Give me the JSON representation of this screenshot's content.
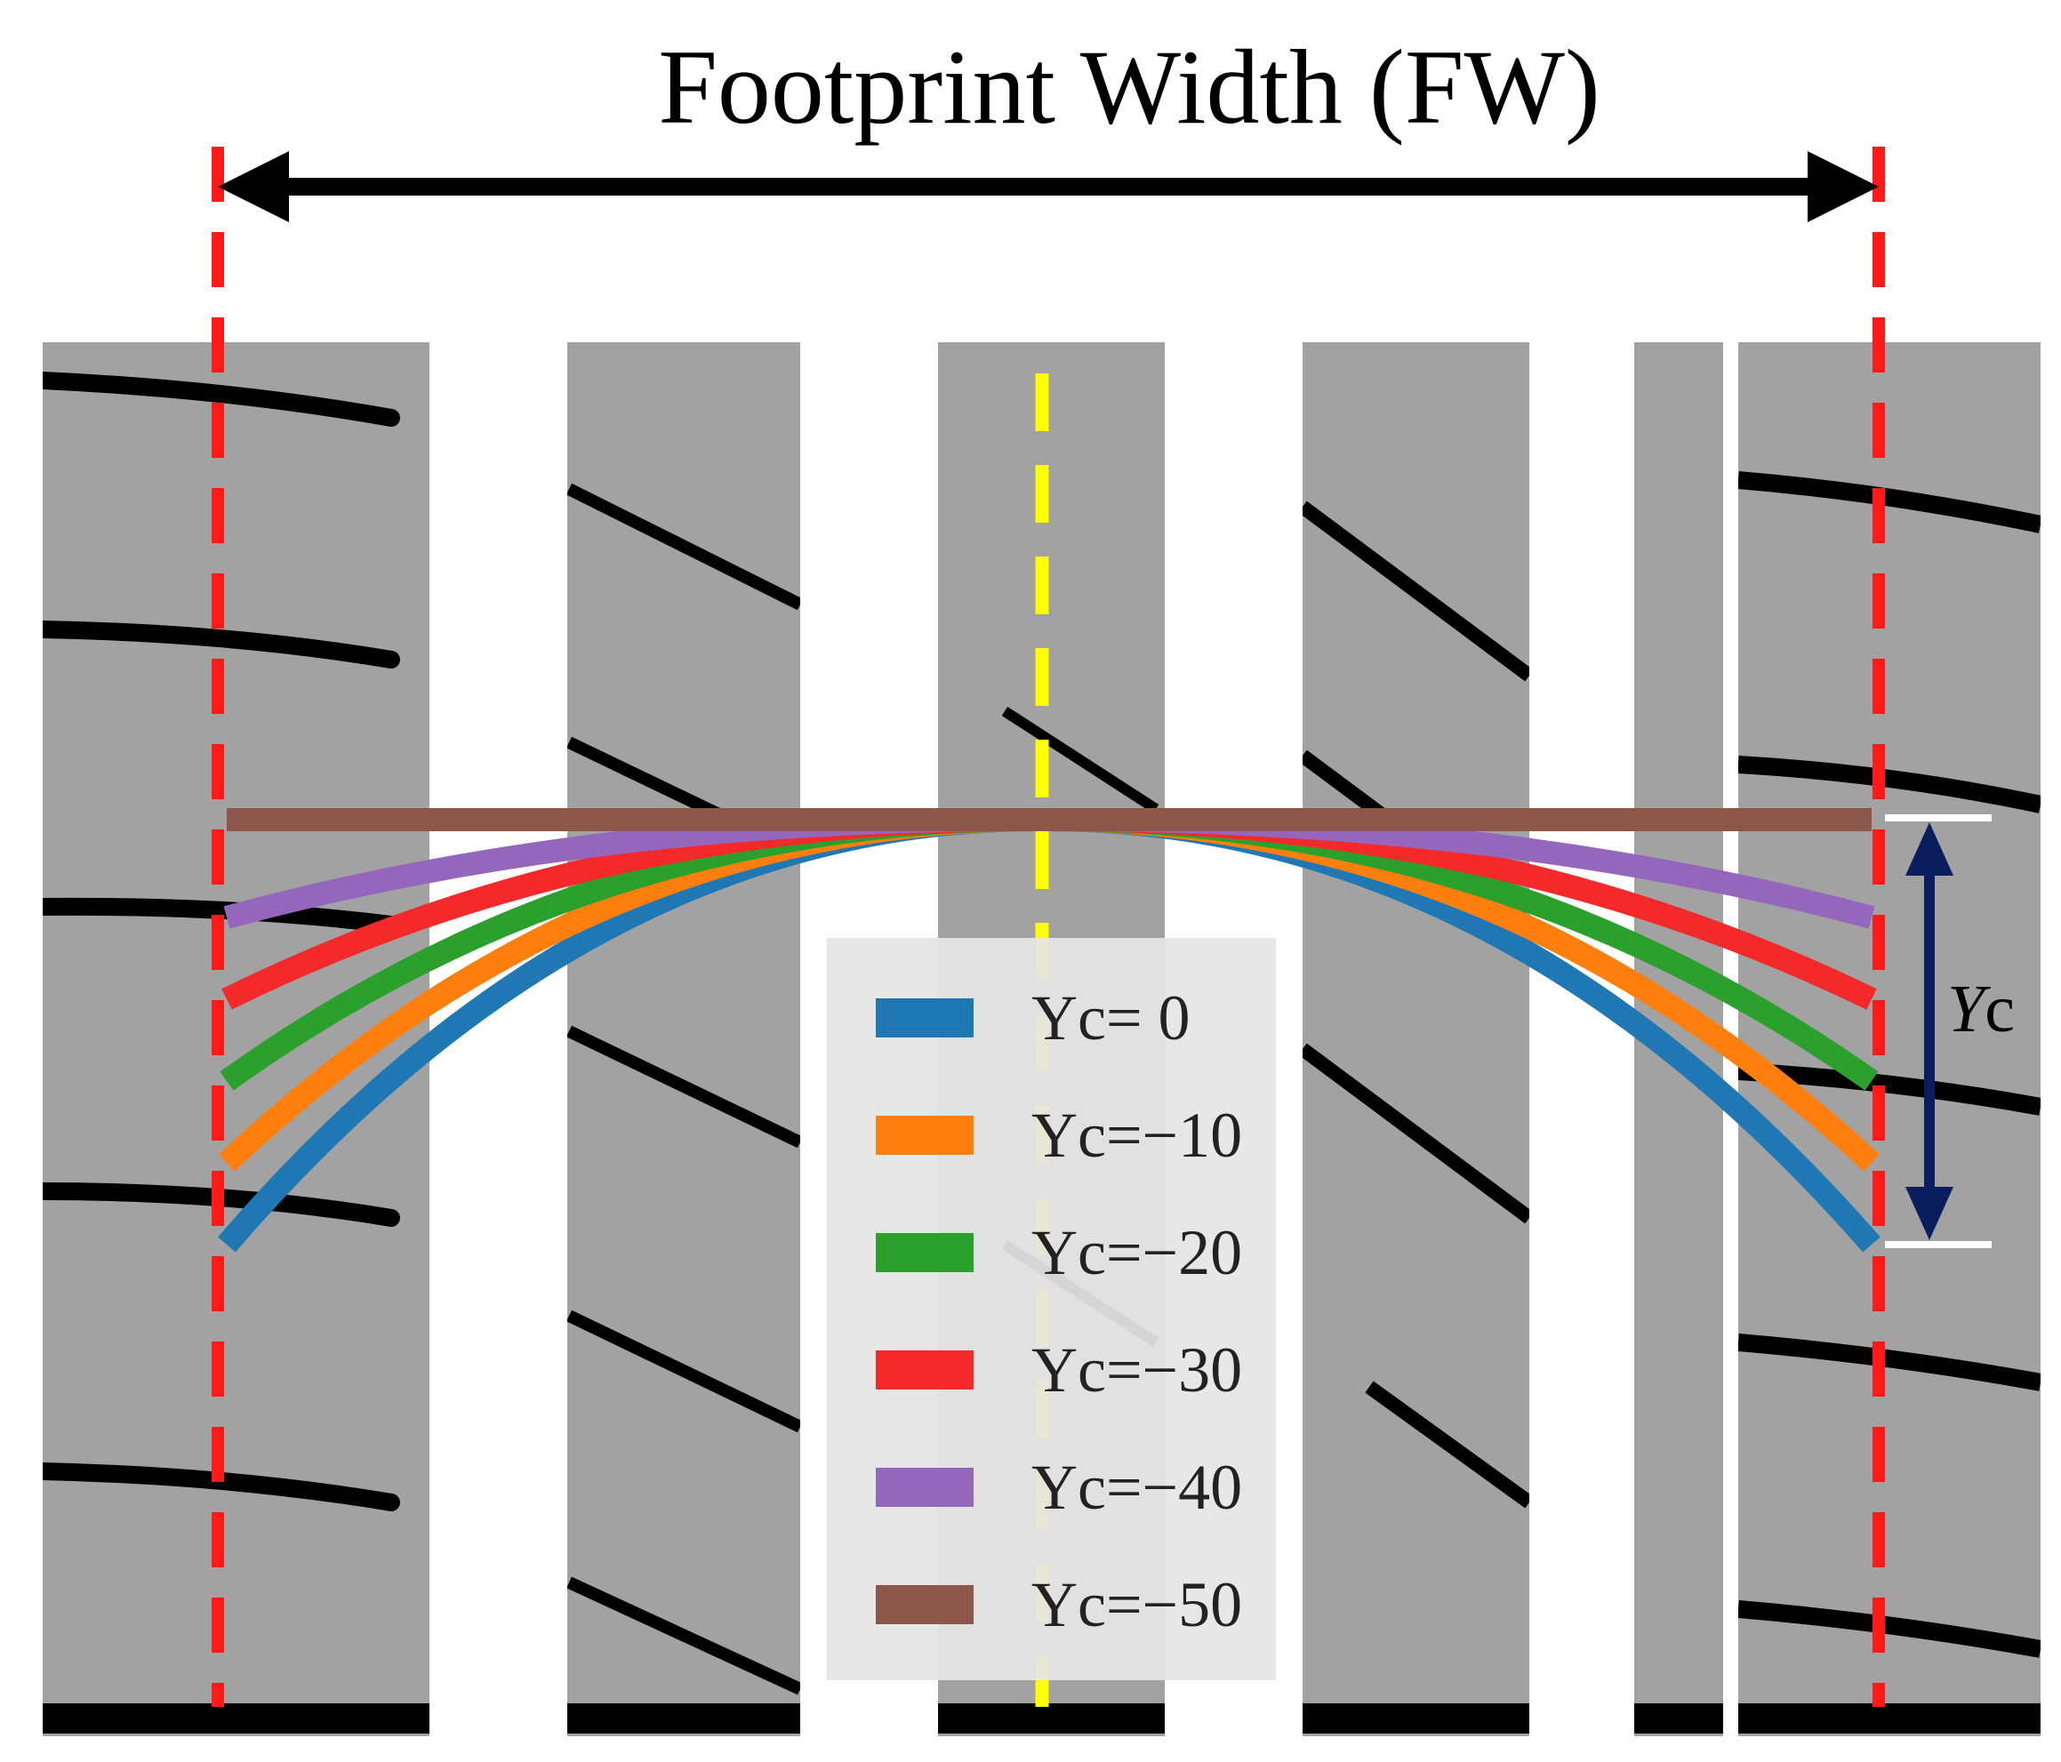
{
  "title": "Footprint Width (FW)",
  "dimension_label": {
    "italic": "Y",
    "rest": "c"
  },
  "colors": {
    "tread": "#a2a2a2",
    "groove": "#ffffff",
    "sipe": "#000000",
    "fw_marker": "#ff1a1a",
    "center_line": "#ffff00",
    "yc_arrow": "#0a1e5e"
  },
  "legend": [
    {
      "label": "Yc= 0",
      "color": "#1f77b4"
    },
    {
      "label": "Yc=−10",
      "color": "#ff7f0e"
    },
    {
      "label": "Yc=−20",
      "color": "#2ca02c"
    },
    {
      "label": "Yc=−30",
      "color": "#f42a2a"
    },
    {
      "label": "Yc=−40",
      "color": "#9467bd"
    },
    {
      "label": "Yc=−50",
      "color": "#8c564b"
    }
  ],
  "curves": [
    {
      "yc": 0,
      "color": "#1f77b4"
    },
    {
      "yc": -10,
      "color": "#ff7f0e"
    },
    {
      "yc": -20,
      "color": "#2ca02c"
    },
    {
      "yc": -30,
      "color": "#f42a2a"
    },
    {
      "yc": -40,
      "color": "#9467bd"
    },
    {
      "yc": -50,
      "color": "#8c564b"
    }
  ]
}
